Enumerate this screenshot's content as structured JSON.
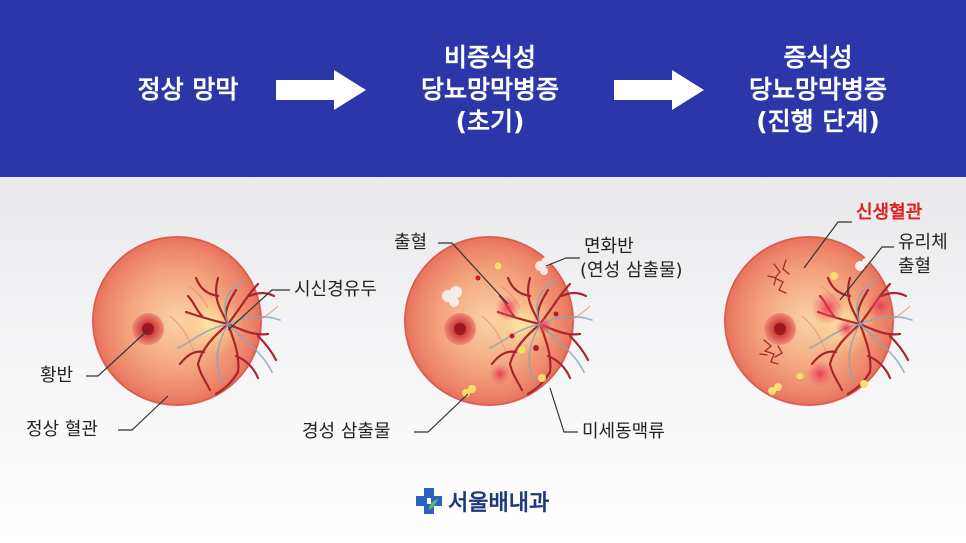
{
  "header": {
    "stage1": {
      "line1": "정상 망막"
    },
    "stage2": {
      "line1": "비증식성",
      "line2": "당뇨망막병증",
      "line3": "(초기)"
    },
    "stage3": {
      "line1": "증식성",
      "line2": "당뇨망막병증",
      "line3": "(진행 단계)"
    }
  },
  "normal_eye": {
    "optic_disc": "시신경유두",
    "macula": "황반",
    "normal_vessels": "정상 혈관"
  },
  "npdr_eye": {
    "hemorrhage": "출혈",
    "cotton_wool_line1": "면화반",
    "cotton_wool_line2": "(연성 삼출물)",
    "hard_exudate": "경성 삼출물",
    "microaneurysm": "미세동맥류"
  },
  "pdr_eye": {
    "neovascularization": "신생혈관",
    "vitreous_line1": "유리체",
    "vitreous_line2": "출혈"
  },
  "logo": {
    "name": "서울배내과"
  },
  "colors": {
    "banner": "#2b37a8",
    "highlight": "#e01e1e",
    "vessel": "#a8262d"
  }
}
